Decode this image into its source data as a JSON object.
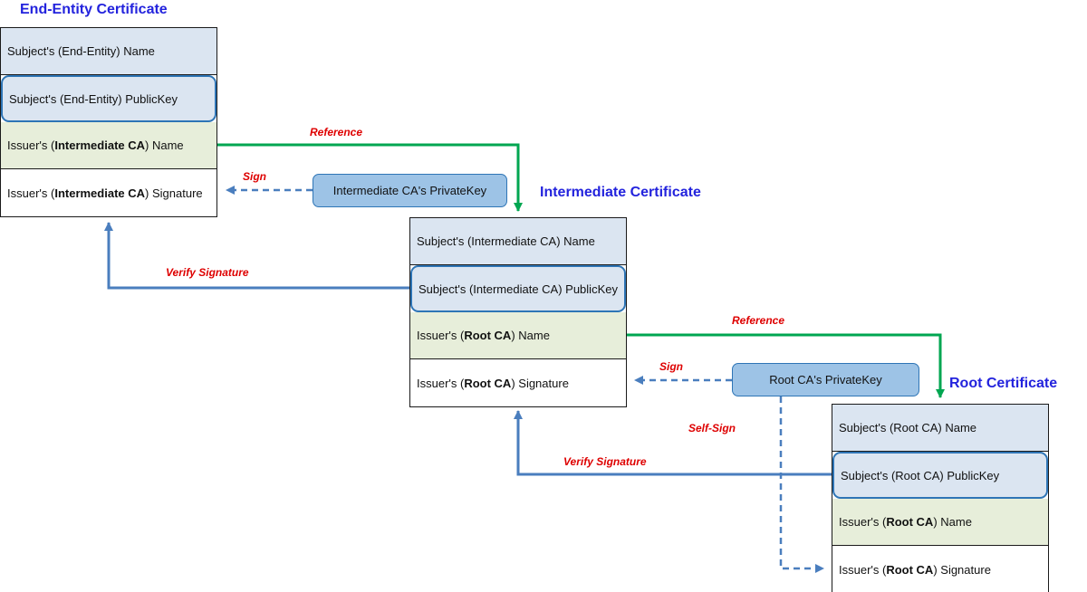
{
  "certs": [
    {
      "title": "End-Entity Certificate",
      "rows": [
        {
          "pre": "Subject's (End-Entity) Name",
          "bold": "",
          "post": ""
        },
        {
          "pre": "Subject's (End-Entity) PublicKey",
          "bold": "",
          "post": ""
        },
        {
          "pre": "Issuer's (",
          "bold": "Intermediate CA",
          "post": ") Name"
        },
        {
          "pre": "Issuer's (",
          "bold": "Intermediate CA",
          "post": ") Signature"
        }
      ]
    },
    {
      "title": "Intermediate Certificate",
      "rows": [
        {
          "pre": "Subject's (Intermediate CA) Name",
          "bold": "",
          "post": ""
        },
        {
          "pre": "Subject's (Intermediate CA) PublicKey",
          "bold": "",
          "post": ""
        },
        {
          "pre": "Issuer's (",
          "bold": "Root CA",
          "post": ") Name"
        },
        {
          "pre": "Issuer's (",
          "bold": "Root CA",
          "post": ") Signature"
        }
      ]
    },
    {
      "title": "Root Certificate",
      "rows": [
        {
          "pre": "Subject's (Root CA) Name",
          "bold": "",
          "post": ""
        },
        {
          "pre": "Subject's (Root CA) PublicKey",
          "bold": "",
          "post": ""
        },
        {
          "pre": "Issuer's (",
          "bold": "Root CA",
          "post": ") Name"
        },
        {
          "pre": "Issuer's (",
          "bold": "Root CA",
          "post": ") Signature"
        }
      ]
    }
  ],
  "keys": {
    "intermediate": "Intermediate CA's PrivateKey",
    "root": "Root CA's PrivateKey"
  },
  "arrow_labels": {
    "reference1": "Reference",
    "sign1": "Sign",
    "verify1": "Verify Signature",
    "reference2": "Reference",
    "sign2": "Sign",
    "selfsign": "Self-Sign",
    "verify2": "Verify Signature"
  },
  "colors": {
    "title_blue": "#2323dd",
    "row_blue": "#dbe5f1",
    "row_green": "#e7eeda",
    "publickey_border": "#2e75b6",
    "key_fill": "#9dc3e6",
    "arrow_green": "#00a651",
    "arrow_blue": "#4a7ebe",
    "label_red": "#de0000"
  }
}
